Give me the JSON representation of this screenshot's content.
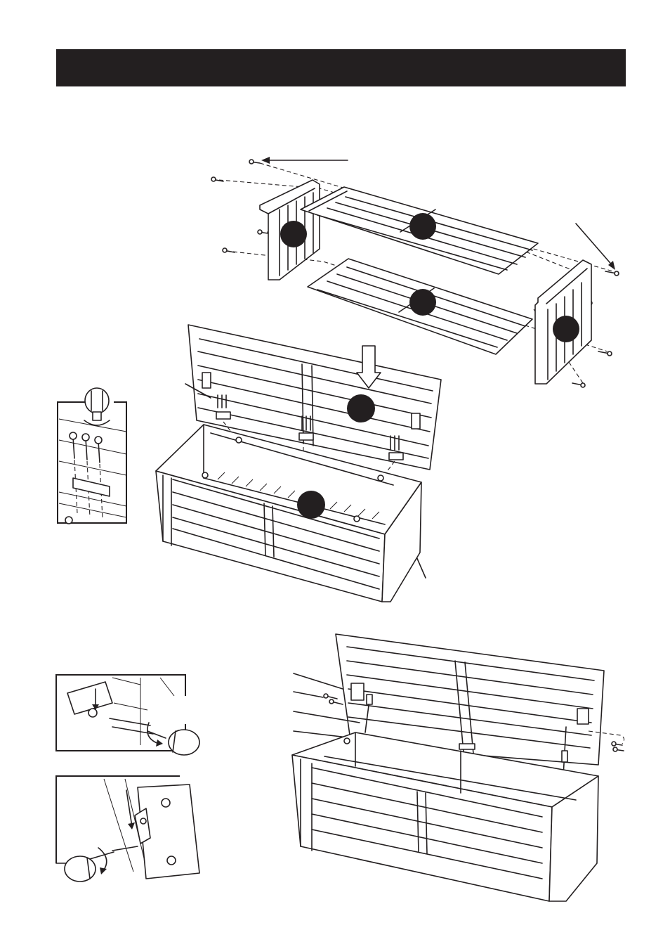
{
  "header": {
    "title": ""
  },
  "colors": {
    "ink": "#231f20",
    "paper": "#ffffff"
  },
  "illustrations": [
    {
      "id": "step-shelf-assembly",
      "icon": "exploded-frame-diagram"
    },
    {
      "id": "step-lid-fit",
      "icon": "storage-box-open-lid"
    },
    {
      "id": "detail-screw-bracket",
      "icon": "screwdriver-detail"
    },
    {
      "id": "step-gas-strut",
      "icon": "storage-box-gas-strut"
    },
    {
      "id": "detail-strut-bolt",
      "icon": "strut-bolt-detail"
    },
    {
      "id": "detail-strut-bracket",
      "icon": "strut-bracket-detail"
    }
  ]
}
